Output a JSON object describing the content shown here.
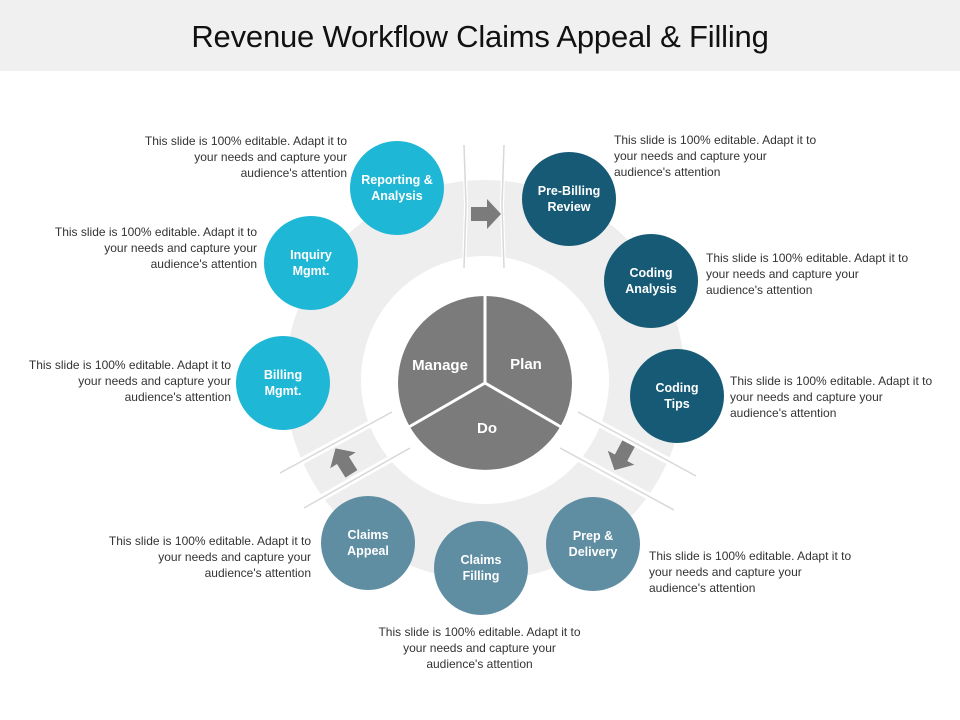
{
  "title": "Revenue Workflow Claims Appeal & Filling",
  "colors": {
    "cyan": "#1fb7d6",
    "navy": "#165a75",
    "slate": "#5f8ea3",
    "center": "#7b7b7b",
    "ring": "#eeeeee"
  },
  "center": {
    "manage": "Manage",
    "plan": "Plan",
    "do": "Do"
  },
  "nodes": {
    "reporting": "Reporting &\nAnalysis",
    "inquiry": "Inquiry\nMgmt.",
    "billing": "Billing\nMgmt.",
    "prebilling": "Pre-Billing\nReview",
    "coding_analysis": "Coding\nAnalysis",
    "coding_tips": "Coding\nTips",
    "prep": "Prep &\nDelivery",
    "claims_filling": "Claims\nFilling",
    "claims_appeal": "Claims\nAppeal"
  },
  "notes": {
    "reporting": "This slide is 100% editable. Adapt it to your needs and capture your audience's attention",
    "inquiry": "This slide is 100% editable. Adapt it to your needs and capture your audience's attention",
    "billing": "This slide is 100% editable. Adapt it to your needs and capture your audience's attention",
    "prebilling": "This slide is 100% editable. Adapt it to your needs and capture your audience's attention",
    "coding_analysis": "This slide is 100% editable. Adapt it to your needs and capture your audience's attention",
    "coding_tips": "This slide is 100% editable. Adapt it to your needs and capture your audience's attention",
    "prep": "This slide is 100% editable. Adapt it to your needs and capture your audience's attention",
    "claims_filling": "This slide is 100% editable. Adapt it to your needs and capture your audience's attention",
    "claims_appeal": "This slide is 100% editable. Adapt it to your needs and capture your audience's attention"
  }
}
